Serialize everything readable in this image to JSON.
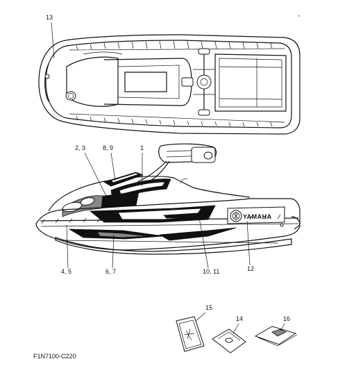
{
  "callouts": {
    "c13": "13",
    "c23": "2, 3",
    "c89": "8, 9",
    "c1": "1",
    "c45": "4, 5",
    "c67": "6, 7",
    "c1011": "10, 11",
    "c12": "12",
    "c15": "15",
    "c14": "14",
    "c16": "16"
  },
  "brand_text": "YAMAHA",
  "diagram_code": "F1N7100-C220"
}
